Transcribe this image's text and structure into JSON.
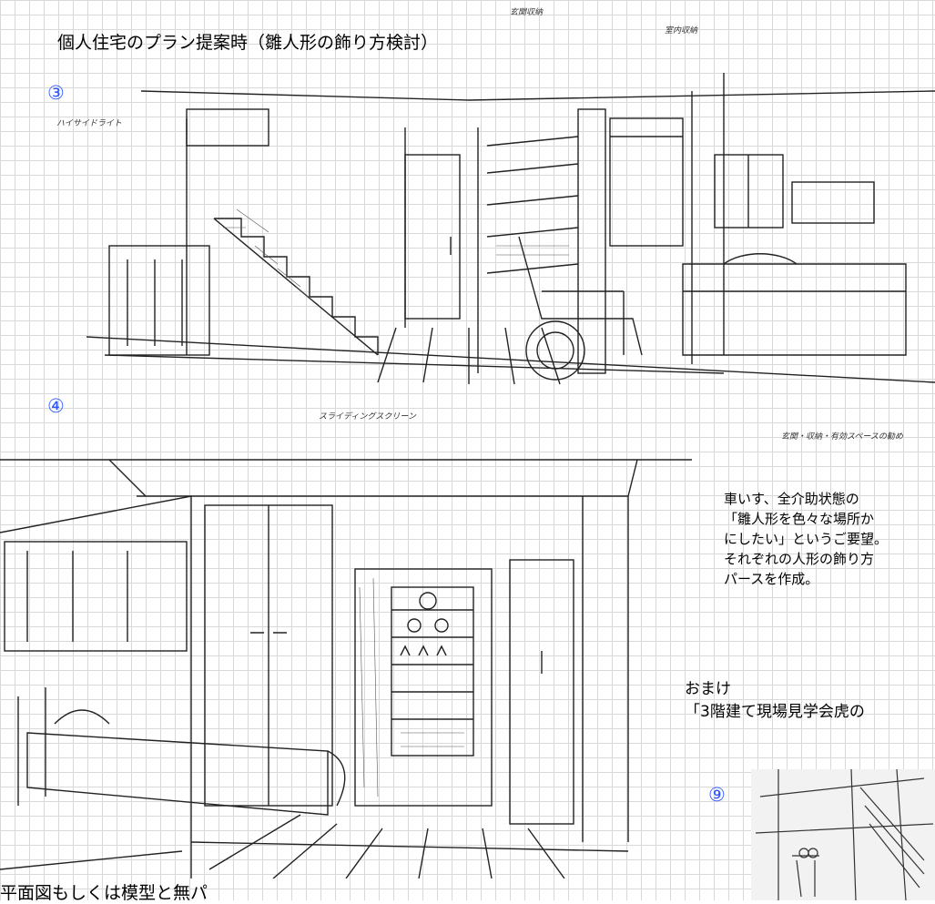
{
  "title": "個人住宅のプラン提案時（雛人形の飾り方検討）",
  "markers": {
    "m3": "③",
    "m4": "④",
    "m9": "⑨"
  },
  "handwritten": {
    "h1": "玄関収納",
    "h2": "室内収納",
    "h3": "ハイサイドライト",
    "h4": "スライディングスクリーン",
    "h5": "玄関・収納・有効スペースの勧め"
  },
  "note_lines": [
    "車いす、全介助状態の",
    "「雛人形を色々な場所か",
    "にしたい」というご要望。",
    "それぞれの人形の飾り方",
    "パースを作成。"
  ],
  "bonus_lines": [
    "おまけ",
    "「3階建て現場見学会虎の"
  ],
  "footer": "平面図もしくは模型と無パ"
}
